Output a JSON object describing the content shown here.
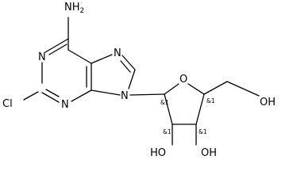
{
  "molecule": {
    "colors": {
      "bond": "#000000",
      "text": "#000000",
      "background": "#ffffff"
    },
    "atoms": {
      "nh2": "NH2",
      "n1": "N",
      "n3": "N",
      "n7": "N",
      "n9": "N",
      "cl": "Cl",
      "o_ring": "O",
      "oh_5": "OH",
      "ho_2": "HO",
      "oh_3": "OH"
    },
    "stereo_labels": {
      "c1": "&1",
      "c2": "&1",
      "c3": "&1",
      "c4": "&1"
    }
  }
}
